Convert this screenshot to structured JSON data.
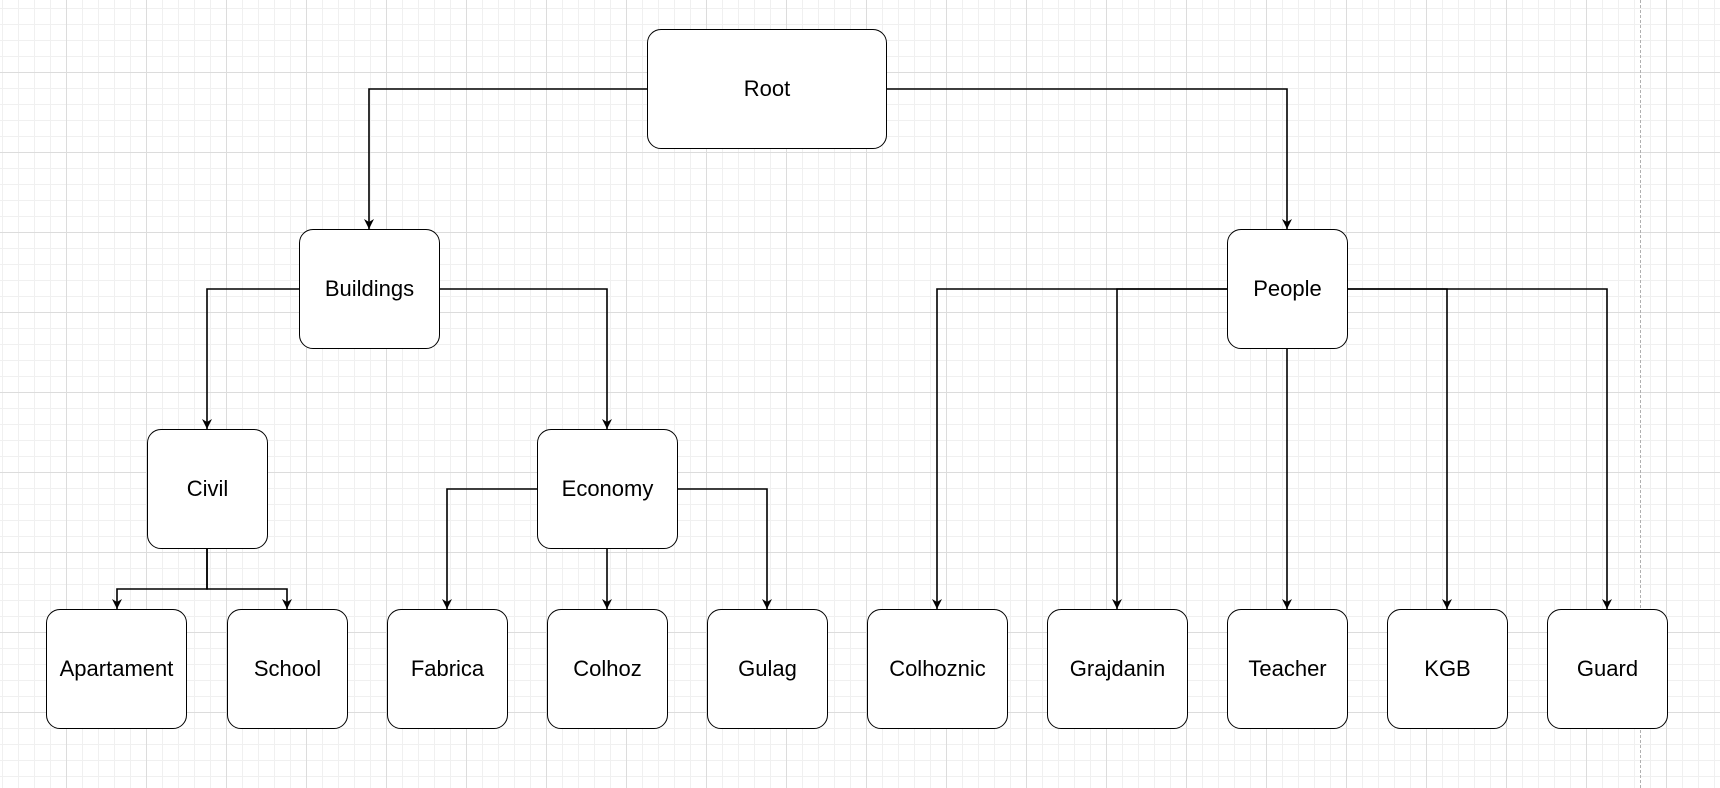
{
  "diagram": {
    "nodes": {
      "root": "Root",
      "buildings": "Buildings",
      "people": "People",
      "civil": "Civil",
      "economy": "Economy",
      "apartament": "Apartament",
      "school": "School",
      "fabrica": "Fabrica",
      "colhoz": "Colhoz",
      "gulag": "Gulag",
      "colhoznic": "Colhoznic",
      "grajdanin": "Grajdanin",
      "teacher": "Teacher",
      "kgb": "KGB",
      "guard": "Guard"
    },
    "edges": [
      {
        "from": "root",
        "to": "buildings"
      },
      {
        "from": "root",
        "to": "people"
      },
      {
        "from": "buildings",
        "to": "civil"
      },
      {
        "from": "buildings",
        "to": "economy"
      },
      {
        "from": "civil",
        "to": "apartament"
      },
      {
        "from": "civil",
        "to": "school"
      },
      {
        "from": "economy",
        "to": "fabrica"
      },
      {
        "from": "economy",
        "to": "colhoz"
      },
      {
        "from": "economy",
        "to": "gulag"
      },
      {
        "from": "people",
        "to": "colhoznic"
      },
      {
        "from": "people",
        "to": "grajdanin"
      },
      {
        "from": "people",
        "to": "teacher"
      },
      {
        "from": "people",
        "to": "kgb"
      },
      {
        "from": "people",
        "to": "guard"
      }
    ],
    "colors": {
      "stroke": "#000000",
      "fill": "#ffffff",
      "grid": "#dcdcdc",
      "page_boundary": "#b0b0b0"
    }
  }
}
